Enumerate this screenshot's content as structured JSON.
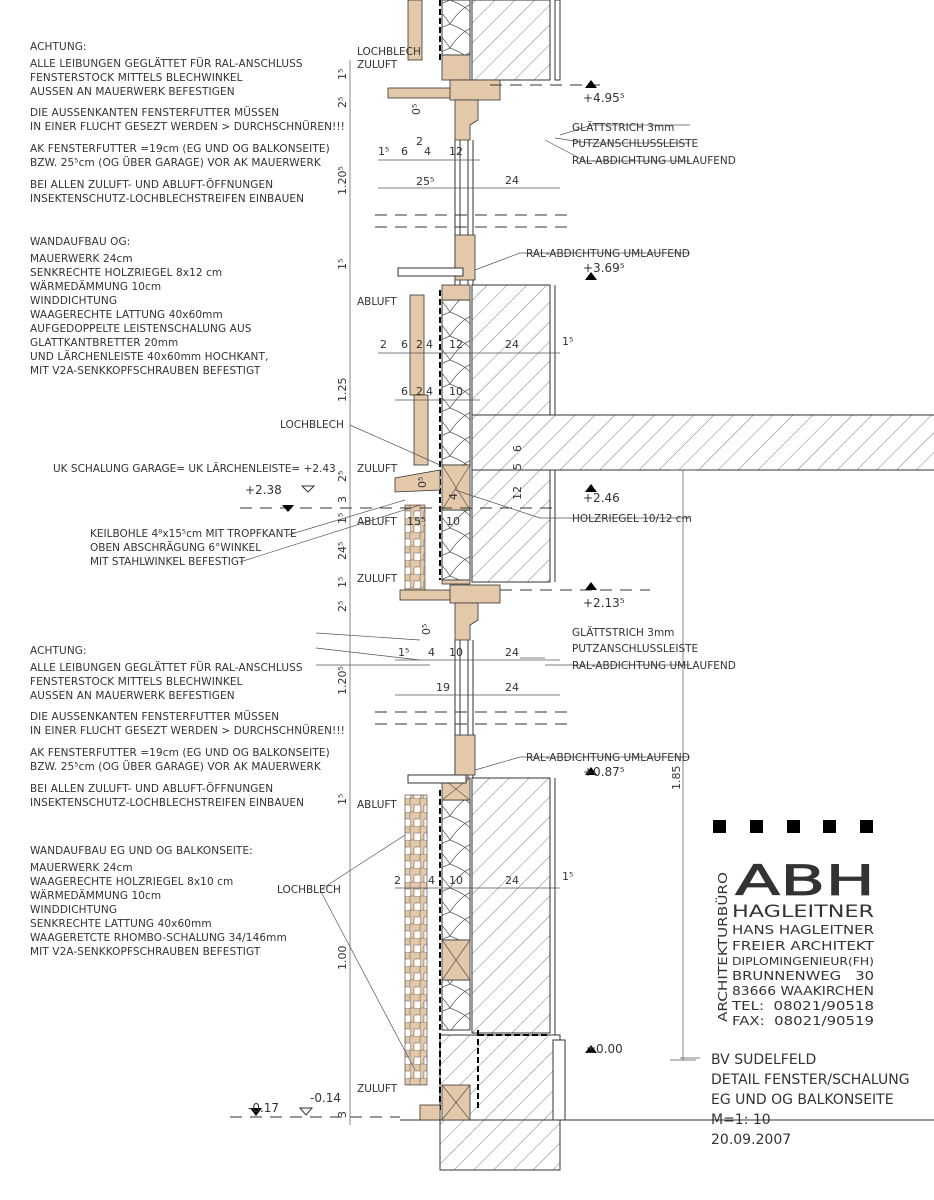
{
  "notes_top": {
    "heading": "ACHTUNG:",
    "lines": [
      "ALLE LEIBUNGEN GEGLÄTTET FÜR RAL-ANSCHLUSS",
      "FENSTERSTOCK MITTELS BLECHWINKEL",
      "AUSSEN AN MAUERWERK BEFESTIGEN",
      "DIE AUSSENKANTEN FENSTERFUTTER MÜSSEN",
      "IN EINER FLUCHT GESEZT WERDEN > DURCHSCHNÜREN!!!",
      "AK FENSTERFUTTER =19cm (EG UND OG BALKONSEITE)",
      "BZW. 25⁵cm (OG ÜBER GARAGE) VOR AK MAUERWERK",
      "BEI ALLEN ZULUFT- UND ABLUFT-ÖFFNUNGEN",
      "INSEKTENSCHUTZ-LOCHBLECHSTREIFEN EINBAUEN"
    ]
  },
  "wall_og": {
    "heading": "WANDAUFBAU OG:",
    "lines": [
      "MAUERWERK 24cm",
      "SENKRECHTE HOLZRIEGEL 8x12 cm",
      "WÄRMEDÄMMUNG 10cm",
      "WINDDICHTUNG",
      "WAAGERECHTE LATTUNG 40x60mm",
      "AUFGEDOPPELTE LEISTENSCHALUNG AUS",
      "GLATTKANTBRETTER 20mm",
      "UND LÄRCHENLEISTE 40x60mm HOCHKANT,",
      "MIT V2A-SENKKOPFSCHRAUBEN BEFESTIGT"
    ]
  },
  "notes_bottom": {
    "heading": "ACHTUNG:",
    "lines": [
      "ALLE LEIBUNGEN GEGLÄTTET FÜR RAL-ANSCHLUSS",
      "FENSTERSTOCK MITTELS BLECHWINKEL",
      "AUSSEN AN MAUERWERK BEFESTIGEN",
      "DIE AUSSENKANTEN FENSTERFUTTER MÜSSEN",
      "IN EINER FLUCHT GESEZT WERDEN > DURCHSCHNÜREN!!!",
      "AK FENSTERFUTTER =19cm (EG UND OG BALKONSEITE)",
      "BZW. 25⁵cm (OG ÜBER GARAGE) VOR AK MAUERWERK",
      "BEI ALLEN ZULUFT- UND ABLUFT-ÖFFNUNGEN",
      "INSEKTENSCHUTZ-LOCHBLECHSTREIFEN EINBAUEN"
    ]
  },
  "wall_eg": {
    "heading": "WANDAUFBAU EG UND OG BALKONSEITE:",
    "lines": [
      "MAUERWERK 24cm",
      "WAAGERECHTE HOLZRIEGEL 8x10 cm",
      "WÄRMEDÄMMUNG 10cm",
      "WINDDICHTUNG",
      "SENKRECHTE LATTUNG 40x60mm",
      "WAAGERETCTE RHOMBO-SCHALUNG 34/146mm",
      "MIT V2A-SENKKOPFSCHRAUBEN BEFESTIGT"
    ]
  },
  "labels": {
    "lochblech": "LOCHBLECH",
    "zuluft": "ZULUFT",
    "abluft": "ABLUFT",
    "glattstrich": "GLÄTTSTRICH 3mm",
    "putzanschluss": "PUTZANSCHLUSSLEISTE",
    "ral": "RAL-ABDICHTUNG UMLAUFEND",
    "uk_schalung": "UK SCHALUNG GARAGE= UK LÄRCHENLEISTE= +2.43",
    "keilbohle": [
      "KEILBOHLE 4⁸x15⁵cm MIT TROPFKANTE",
      "OBEN ABSCHRÄGUNG 6°WINKEL",
      "MIT STAHLWINKEL BEFESTIGT"
    ],
    "holzriegel": "HOLZRIEGEL 10/12 cm"
  },
  "levels": [
    "+4.95⁵",
    "+3.69⁵",
    "+2.46",
    "+2.38",
    "+2.13⁵",
    "+0.87⁵",
    "±0.00",
    "-0.17",
    "-0.14"
  ],
  "dims": [
    "1⁵",
    "2⁵",
    "0⁵",
    "1⁵",
    "6",
    "2",
    "4",
    "12",
    "25⁵",
    "24",
    "1.20⁵",
    "1⁵",
    "2",
    "6",
    "2",
    "4",
    "12",
    "24",
    "1⁵",
    "1.25",
    "6",
    "2",
    "4",
    "10",
    "5",
    "6",
    "12",
    "2⁵",
    "0⁵",
    "3",
    "1⁵",
    "24⁵",
    "15⁵",
    "4",
    "10",
    "1⁵",
    "2⁵",
    "0⁵",
    "1⁵",
    "4",
    "10",
    "24",
    "19",
    "24",
    "1.20⁵",
    "1⁵",
    "2",
    "4",
    "10",
    "24",
    "1⁵",
    "1.00",
    "3",
    "1.85"
  ],
  "title_block": {
    "logo_letters": "ABH",
    "vertical": "ARCHITEKTURBÜRO",
    "firm": "HAGLEITNER",
    "lines": [
      "HANS HAGLEITNER",
      "FREIER ARCHITEKT",
      "DIPLOMINGENIEUR(FH)",
      "BRUNNENWEG   30",
      "83666 WAAKIRCHEN",
      "TEL:  08021/90518",
      "FAX:  08021/90519"
    ],
    "project": [
      "BV SUDELFELD",
      "DETAIL FENSTER/SCHALUNG",
      "EG UND OG BALKONSEITE",
      "M=1: 10",
      "20.09.2007"
    ]
  },
  "colors": {
    "wood": "#e3c9aa",
    "line": "#333333"
  }
}
